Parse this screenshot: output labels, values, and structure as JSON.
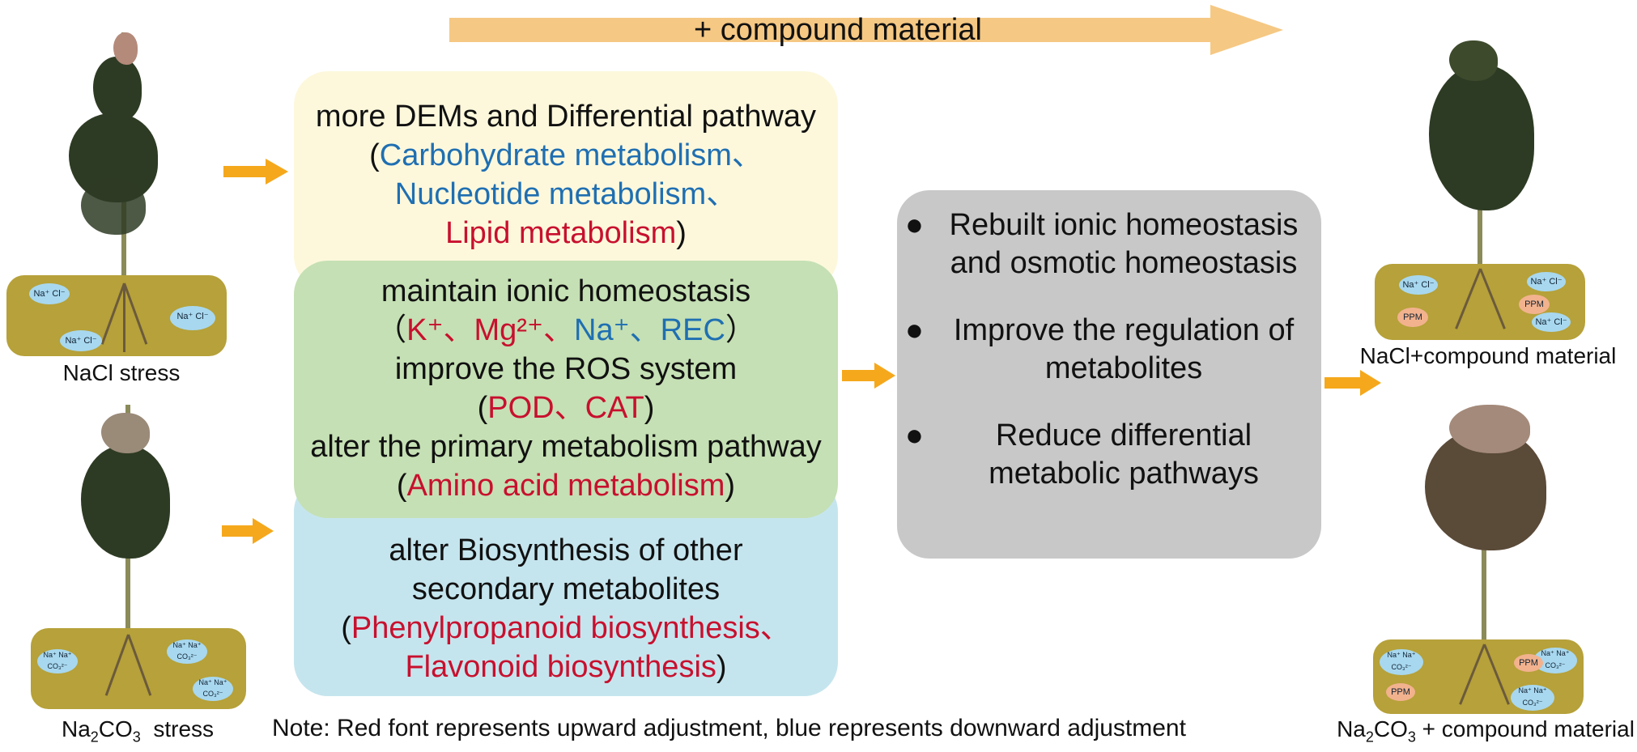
{
  "top_arrow": {
    "label": "+ compound material",
    "color": "#f5c883"
  },
  "left": {
    "nacl_caption": "NaCl stress",
    "na2co3_caption_prefix": "Na",
    "na2co3_caption_sub": "2",
    "na2co3_caption_mid": "CO",
    "na2co3_caption_sub2": "3",
    "na2co3_caption_suffix": "  stress",
    "nacl_ions": [
      "Na⁺ Cl⁻",
      "Na⁺ Cl⁻",
      "Na⁺ Cl⁻"
    ],
    "na2co3_ions": [
      "Na⁺ Na⁺ CO₃²⁻",
      "Na⁺ Na⁺ CO₃²⁻",
      "Na⁺ Na⁺ CO₃²⁻"
    ]
  },
  "yellow_box": {
    "line1": "more DEMs and Differential pathway",
    "paren_open": "(",
    "blue1": "Carbohydrate metabolism、",
    "blue2": "Nucleotide metabolism、",
    "red1": "Lipid metabolism",
    "paren_close": ")",
    "color": "#fdf8dc"
  },
  "green_box": {
    "line1": "maintain ionic homeostasis",
    "paren_open1": "（",
    "red_k": "K⁺、Mg²⁺、",
    "blue_na": "Na⁺、REC",
    "paren_close1": "）",
    "line3": "improve the ROS system",
    "paren_open2": "(",
    "red_pod": "POD、CAT",
    "paren_close2": ")",
    "line5": "alter the primary metabolism pathway",
    "paren_open3": "(",
    "red_amino": "Amino acid metabolism",
    "paren_close3": ")",
    "color": "#c5e0b4"
  },
  "blue_box": {
    "line1": "alter Biosynthesis of other",
    "line2": "secondary metabolites",
    "paren_open": "(",
    "red1": "Phenylpropanoid biosynthesis、",
    "red2": "Flavonoid biosynthesis",
    "paren_close": ")",
    "color": "#c5e5ee"
  },
  "gray_box": {
    "bullets": [
      {
        "l1": "Rebuilt ionic homeostasis",
        "l2": "and osmotic homeostasis"
      },
      {
        "l1": "Improve the regulation of",
        "l2": "metabolites"
      },
      {
        "l1": "Reduce differential",
        "l2": "metabolic pathways"
      }
    ],
    "color": "#c8c8c8"
  },
  "right": {
    "nacl_caption": "NaCl+compound material",
    "na2co3_caption_prefix": "Na",
    "na2co3_caption_sub": "2",
    "na2co3_caption_mid": "CO",
    "na2co3_caption_sub2": "3",
    "na2co3_caption_suffix": " + compound material",
    "ppm_label": "PPM",
    "nacl_ions": [
      "Na⁺ Cl⁻",
      "Na⁺ Cl⁻",
      "Na⁺ Cl⁻"
    ],
    "na2co3_ions": [
      "Na⁺ Na⁺ CO₃²⁻",
      "Na⁺ Na⁺ CO₃²⁻",
      "Na⁺ Na⁺ CO₃²⁻"
    ]
  },
  "note": "Note: Red font represents upward adjustment, blue represents downward adjustment",
  "colors": {
    "red": "#c8102e",
    "blue": "#1f6fb2",
    "arrow_orange": "#f5a81c",
    "soil": "#b6a13a"
  }
}
